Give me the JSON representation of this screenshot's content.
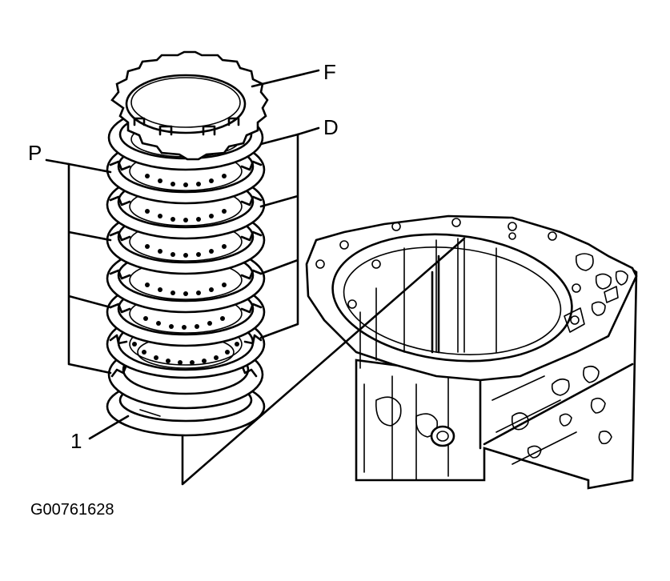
{
  "callouts": {
    "f": "F",
    "d": "D",
    "p": "P",
    "one": "1"
  },
  "figure_id": "G00761628"
}
